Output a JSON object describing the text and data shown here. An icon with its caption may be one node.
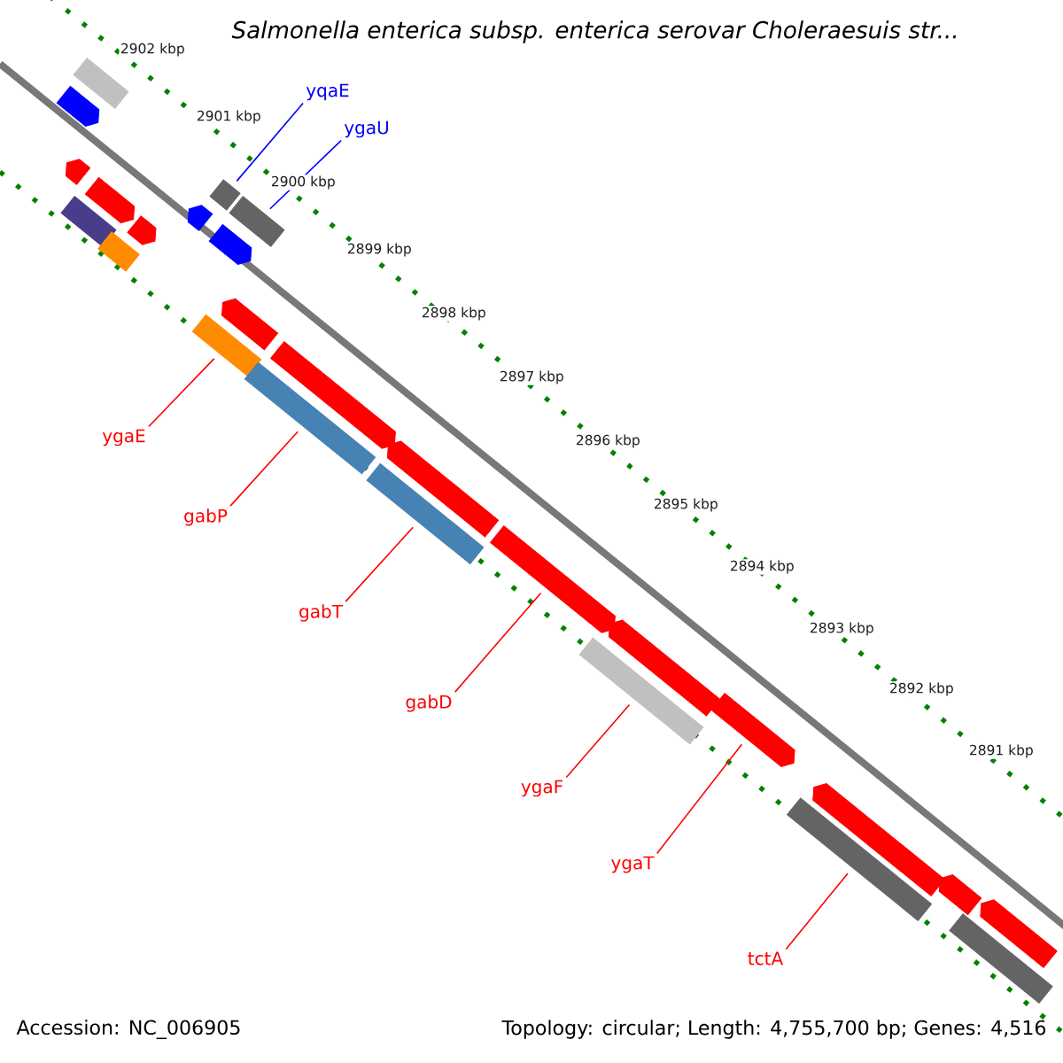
{
  "diagram": {
    "title": "Salmonella enterica subsp. enterica serovar Choleraesuis str...",
    "nodes": [
      {
        "text": [
          "yqaE"
        ]
      },
      {
        "text": [
          "ygaU"
        ]
      },
      {
        "text": [
          "ygaE"
        ]
      },
      {
        "text": [
          "gabP"
        ]
      },
      {
        "text": [
          "gabT"
        ]
      },
      {
        "text": [
          "gabD"
        ]
      },
      {
        "text": [
          "ygaF"
        ]
      },
      {
        "text": [
          "ygaT"
        ]
      },
      {
        "text": [
          "tctA"
        ]
      },
      {
        "text": [],
        "shape": "bar"
      },
      {
        "text": [],
        "shape": "bar"
      },
      {
        "text": [],
        "shape": "bar"
      },
      {
        "text": [],
        "shape": "bar"
      },
      {
        "text": [],
        "shape": "bar"
      },
      {
        "text": [],
        "shape": "bar"
      },
      {
        "text": [],
        "shape": "bar"
      },
      {
        "text": [],
        "shape": "bar"
      },
      {
        "text": [],
        "shape": "bar"
      },
      {
        "text": [],
        "shape": "bar"
      },
      {
        "text": [],
        "shape": "bar"
      },
      {
        "text": [],
        "shape": "bar"
      },
      {
        "text": [],
        "shape": "bar"
      },
      {
        "text": [],
        "shape": "bar"
      },
      {
        "text": [],
        "shape": "bar"
      },
      {
        "text": [],
        "shape": "bar"
      },
      {
        "text": [],
        "shape": "bar"
      },
      {
        "text": [],
        "shape": "bar"
      },
      {
        "text": [],
        "shape": "bar"
      },
      {
        "text": [],
        "shape": "bar"
      },
      {
        "text": [],
        "shape": "bar"
      },
      {
        "text": [],
        "shape": "bar"
      },
      {
        "text": [],
        "shape": "bar"
      },
      {
        "text": [],
        "shape": "bar"
      },
      {
        "text": [],
        "shape": "bar"
      },
      {
        "text": [],
        "shape": "bar"
      }
    ],
    "edges": [
      {
        "from": 0,
        "to": 9,
        "arrow": "none",
        "color": "#0000ff"
      },
      {
        "from": 1,
        "to": 10,
        "arrow": "none",
        "color": "#0000ff"
      },
      {
        "from": 2,
        "to": 11,
        "arrow": "none"
      },
      {
        "from": 3,
        "to": 12,
        "arrow": "none"
      },
      {
        "from": 4,
        "to": 13,
        "arrow": "none"
      },
      {
        "from": 5,
        "to": 14,
        "arrow": "none"
      },
      {
        "from": 6,
        "to": 15,
        "arrow": "none"
      },
      {
        "from": 7,
        "to": 16,
        "arrow": "none"
      },
      {
        "from": 8,
        "to": 17,
        "arrow": "none"
      }
    ],
    "labels": [
      "2902 kbp",
      "2901 kbp",
      "2900 kbp",
      "2899 kbp",
      "2898 kbp",
      "2897 kbp",
      "2896 kbp",
      "2895 kbp",
      "2894 kbp",
      "2893 kbp",
      "2892 kbp",
      "2891 kbp",
      "Accession: NC_006905",
      "Topology: circular; Length: 4,755,700 bp; Genes: 4,516"
    ]
  }
}
